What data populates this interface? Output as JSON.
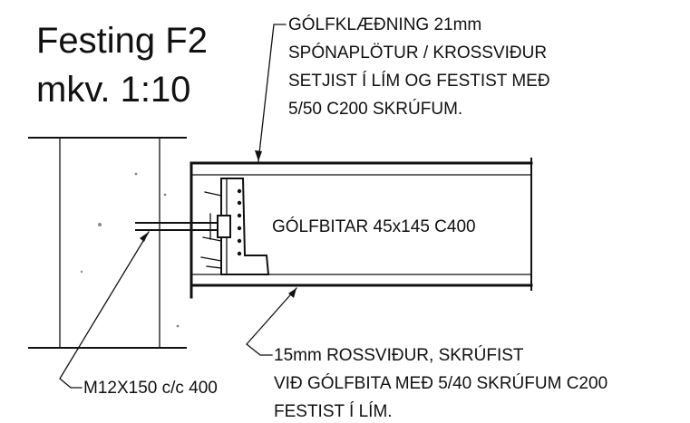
{
  "title": {
    "line1": "Festing F2",
    "line2": "mkv. 1:10"
  },
  "notes": {
    "floor_covering": [
      "GÓLFKLÆÐNING 21mm",
      "SPÓNAPLÖTUR / KROSSVIÐUR",
      "SETJIST Í LÍM OG FESTIST MEÐ",
      "5/50 C200 SKRÚFUM."
    ],
    "joist": "GÓLFBITAR 45x145 C400",
    "bolt": "M12X150 c/c 400",
    "ceiling_board": [
      "15mm ROSSVIÐUR, SKRÚFIST",
      "VIÐ GÓLFBITA MEÐ 5/40 SKRÚFUM C200",
      "FESTIST Í LÍM."
    ]
  }
}
